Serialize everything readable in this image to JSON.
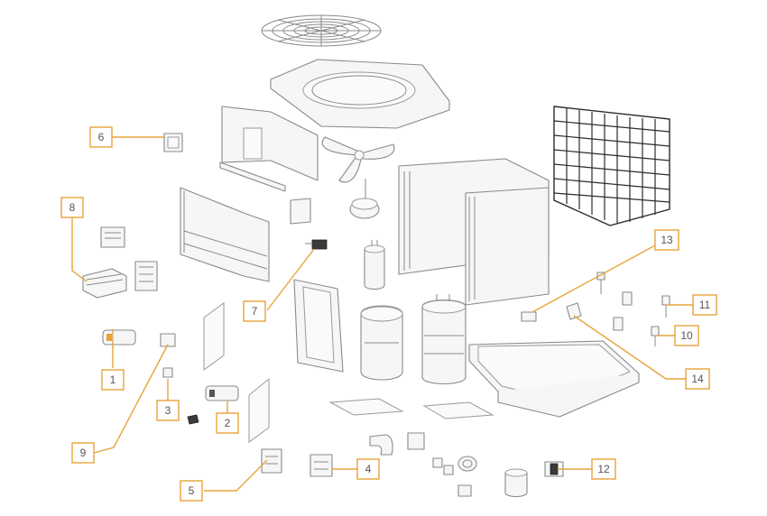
{
  "diagram": {
    "callouts": [
      {
        "id": "1",
        "label": "1"
      },
      {
        "id": "2",
        "label": "2"
      },
      {
        "id": "3",
        "label": "3"
      },
      {
        "id": "4",
        "label": "4"
      },
      {
        "id": "5",
        "label": "5"
      },
      {
        "id": "6",
        "label": "6"
      },
      {
        "id": "7",
        "label": "7"
      },
      {
        "id": "8",
        "label": "8"
      },
      {
        "id": "9",
        "label": "9"
      },
      {
        "id": "10",
        "label": "10"
      },
      {
        "id": "11",
        "label": "11"
      },
      {
        "id": "12",
        "label": "12"
      },
      {
        "id": "13",
        "label": "13"
      },
      {
        "id": "14",
        "label": "14"
      }
    ],
    "colors": {
      "callout": "#e8a33a",
      "part_stroke": "#8a8a8a",
      "part_fill": "#f6f6f6",
      "grille": "#2c2c2c"
    }
  }
}
